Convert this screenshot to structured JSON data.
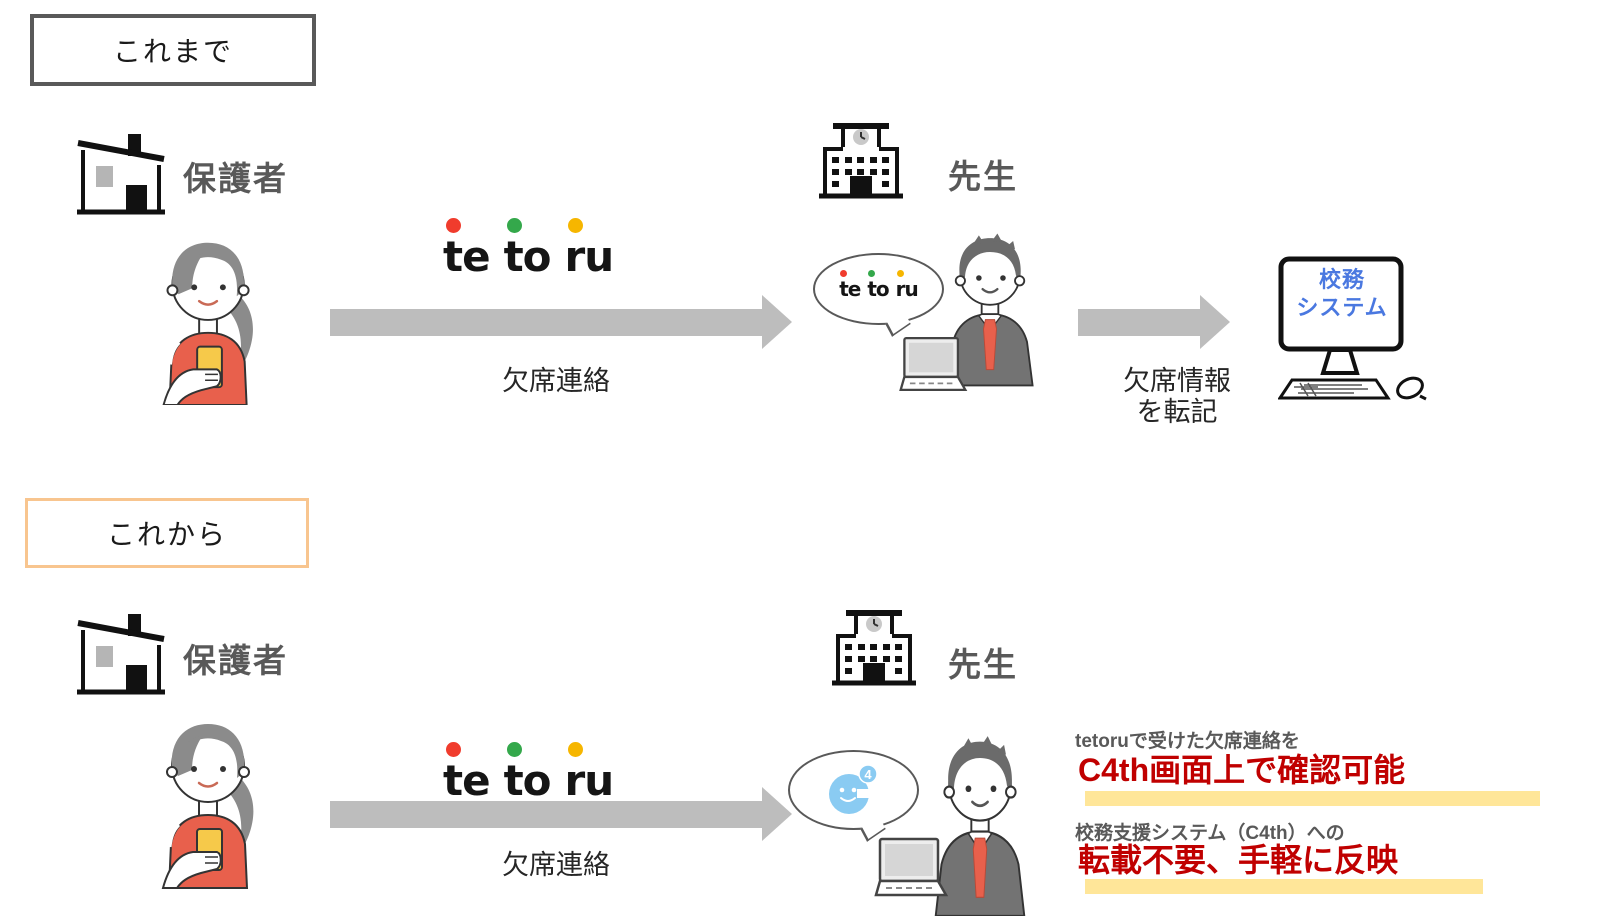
{
  "colors": {
    "red_emphasis": "#C00000",
    "highlight_bar": "#FFE699",
    "arrow": "#BDBDBD",
    "actor_label": "#595959",
    "before_box_border": "#595959",
    "after_box_border": "#F8C58F",
    "tetoru_dot_red": "#F03C2D",
    "tetoru_dot_green": "#34A84B",
    "tetoru_dot_yellow": "#F6B600",
    "monitor_screen_text": "#4A78E0",
    "c4th_logo_blue": "#8ACBF2",
    "illustration_red": "#E8604C",
    "phone_yellow": "#F6C94A"
  },
  "tetoru_wordmark": {
    "segments": [
      "te",
      "to",
      "ru"
    ]
  },
  "before": {
    "section_label": "これまで",
    "parent_label": "保護者",
    "teacher_label": "先生",
    "arrow1_caption": "欠席連絡",
    "arrow2_caption_line1": "欠席情報",
    "arrow2_caption_line2": "を転記",
    "monitor_screen_line1": "校務",
    "monitor_screen_line2": "システム"
  },
  "after": {
    "section_label": "これから",
    "parent_label": "保護者",
    "teacher_label": "先生",
    "arrow1_caption": "欠席連絡",
    "c4th_badge": "4",
    "benefit1_intro": "tetoruで受けた欠席連絡を",
    "benefit1_emphasis": "C4th画面上で確認可能",
    "benefit2_intro": "校務支援システム（C4th）への",
    "benefit2_emphasis": "転載不要、手軽に反映"
  }
}
